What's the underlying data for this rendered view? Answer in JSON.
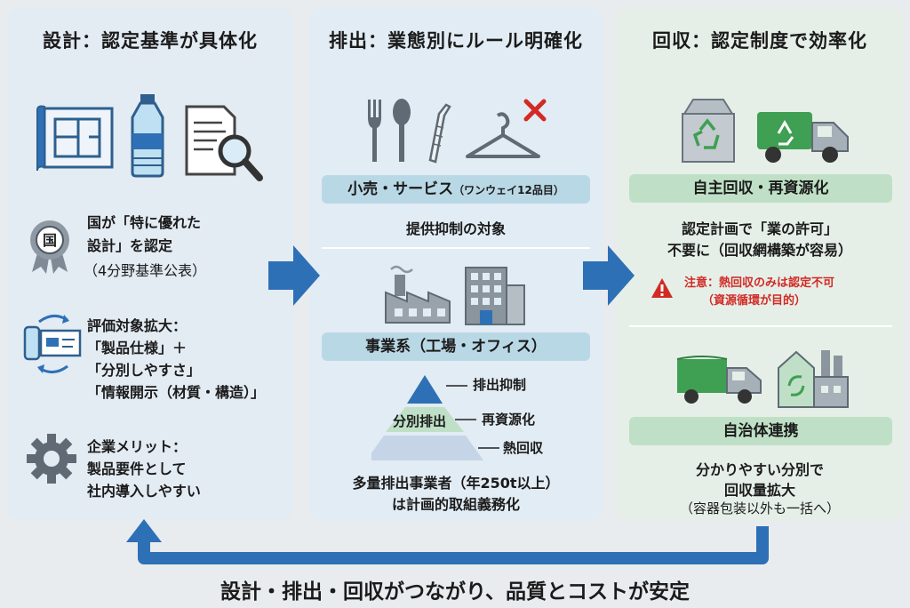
{
  "design": {
    "title": "設計：認定基準が具体化",
    "cert_line1": "国が「特に優れた",
    "cert_line2": "設計」を認定",
    "cert_line3": "（4分野基準公表）",
    "eval_line1": "評価対象拡大：",
    "eval_line2": "「製品仕様」＋",
    "eval_line3": "「分別しやすさ」",
    "eval_line4": "「情報開示（材質・構造）」",
    "merit_line1": "企業メリット：",
    "merit_line2": "製品要件として",
    "merit_line3": "社内導入しやすい",
    "medal_char": "国"
  },
  "discharge": {
    "title": "排出：業態別にルール明確化",
    "retail_label": "小売・サービス",
    "retail_sub": "（ワンウェイ12品目）",
    "retail_desc": "提供抑制の対象",
    "business_label": "事業系（工場・オフィス）",
    "pyramid_top": "排出抑制",
    "pyramid_mid_inner": "分別排出",
    "pyramid_mid": "再資源化",
    "pyramid_bottom": "熱回収",
    "large_line1": "多量排出事業者（年250t以上）",
    "large_line2": "は計画的取組義務化"
  },
  "collection": {
    "title": "回収：認定制度で効率化",
    "self_label": "自主回収・再資源化",
    "self_desc1": "認定計画で「業の許可」",
    "self_desc2": "不要に（回収網構築が容易）",
    "warn1": "注意：熱回収のみは認定不可",
    "warn2": "（資源循環が目的）",
    "muni_label": "自治体連携",
    "muni_desc1": "分かりやすい分別で",
    "muni_desc2": "回収量拡大",
    "muni_desc3": "（容器包装以外も一括へ）"
  },
  "footer": "設計・排出・回収がつながり、品質とコストが安定",
  "colors": {
    "accent_blue": "#2e70b6",
    "bar_blue": "#b9d8e6",
    "bar_green": "#bfe0c6",
    "icon_green": "#3f9f52",
    "icon_gray": "#9aa3ab",
    "warning_red": "#d22a25"
  }
}
